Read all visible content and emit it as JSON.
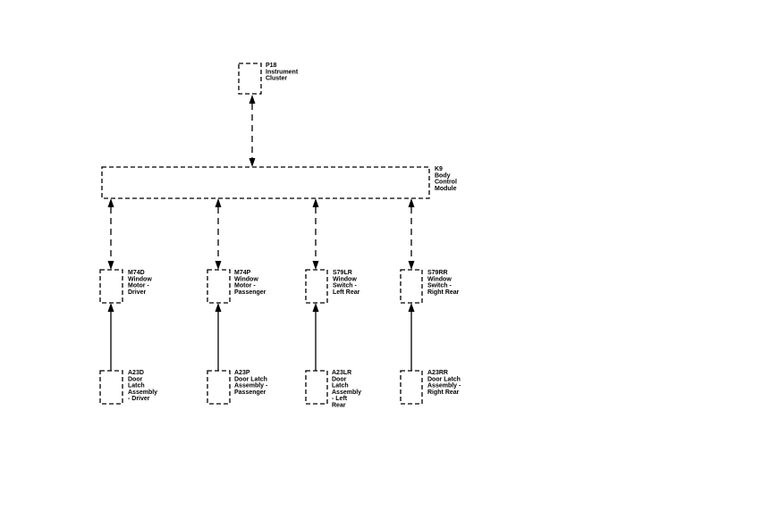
{
  "components": {
    "p18": {
      "lines": [
        "P18",
        "Instrument",
        "Cluster"
      ]
    },
    "k9": {
      "lines": [
        "K9",
        "Body",
        "Control",
        "Module"
      ]
    },
    "m74d": {
      "lines": [
        "M74D",
        "Window",
        "Motor -",
        "Driver"
      ]
    },
    "m74p": {
      "lines": [
        "M74P",
        "Window",
        "Motor -",
        "Passenger"
      ]
    },
    "s79lr": {
      "lines": [
        "S79LR",
        "Window",
        "Switch -",
        "Left Rear"
      ]
    },
    "s79rr": {
      "lines": [
        "S79RR",
        "Window",
        "Switch -",
        "Right Rear"
      ]
    },
    "a23d": {
      "lines": [
        "A23D",
        "Door",
        "Latch",
        "Assembly",
        "- Driver"
      ]
    },
    "a23p": {
      "lines": [
        "A23P",
        "Door Latch",
        "Assembly -",
        "Passenger"
      ]
    },
    "a23lr": {
      "lines": [
        "A23LR",
        "Door",
        "Latch",
        "Assembly",
        "- Left",
        "Rear"
      ]
    },
    "a23rr": {
      "lines": [
        "A23RR",
        "Door Latch",
        "Assembly -",
        "Right Rear"
      ]
    }
  }
}
